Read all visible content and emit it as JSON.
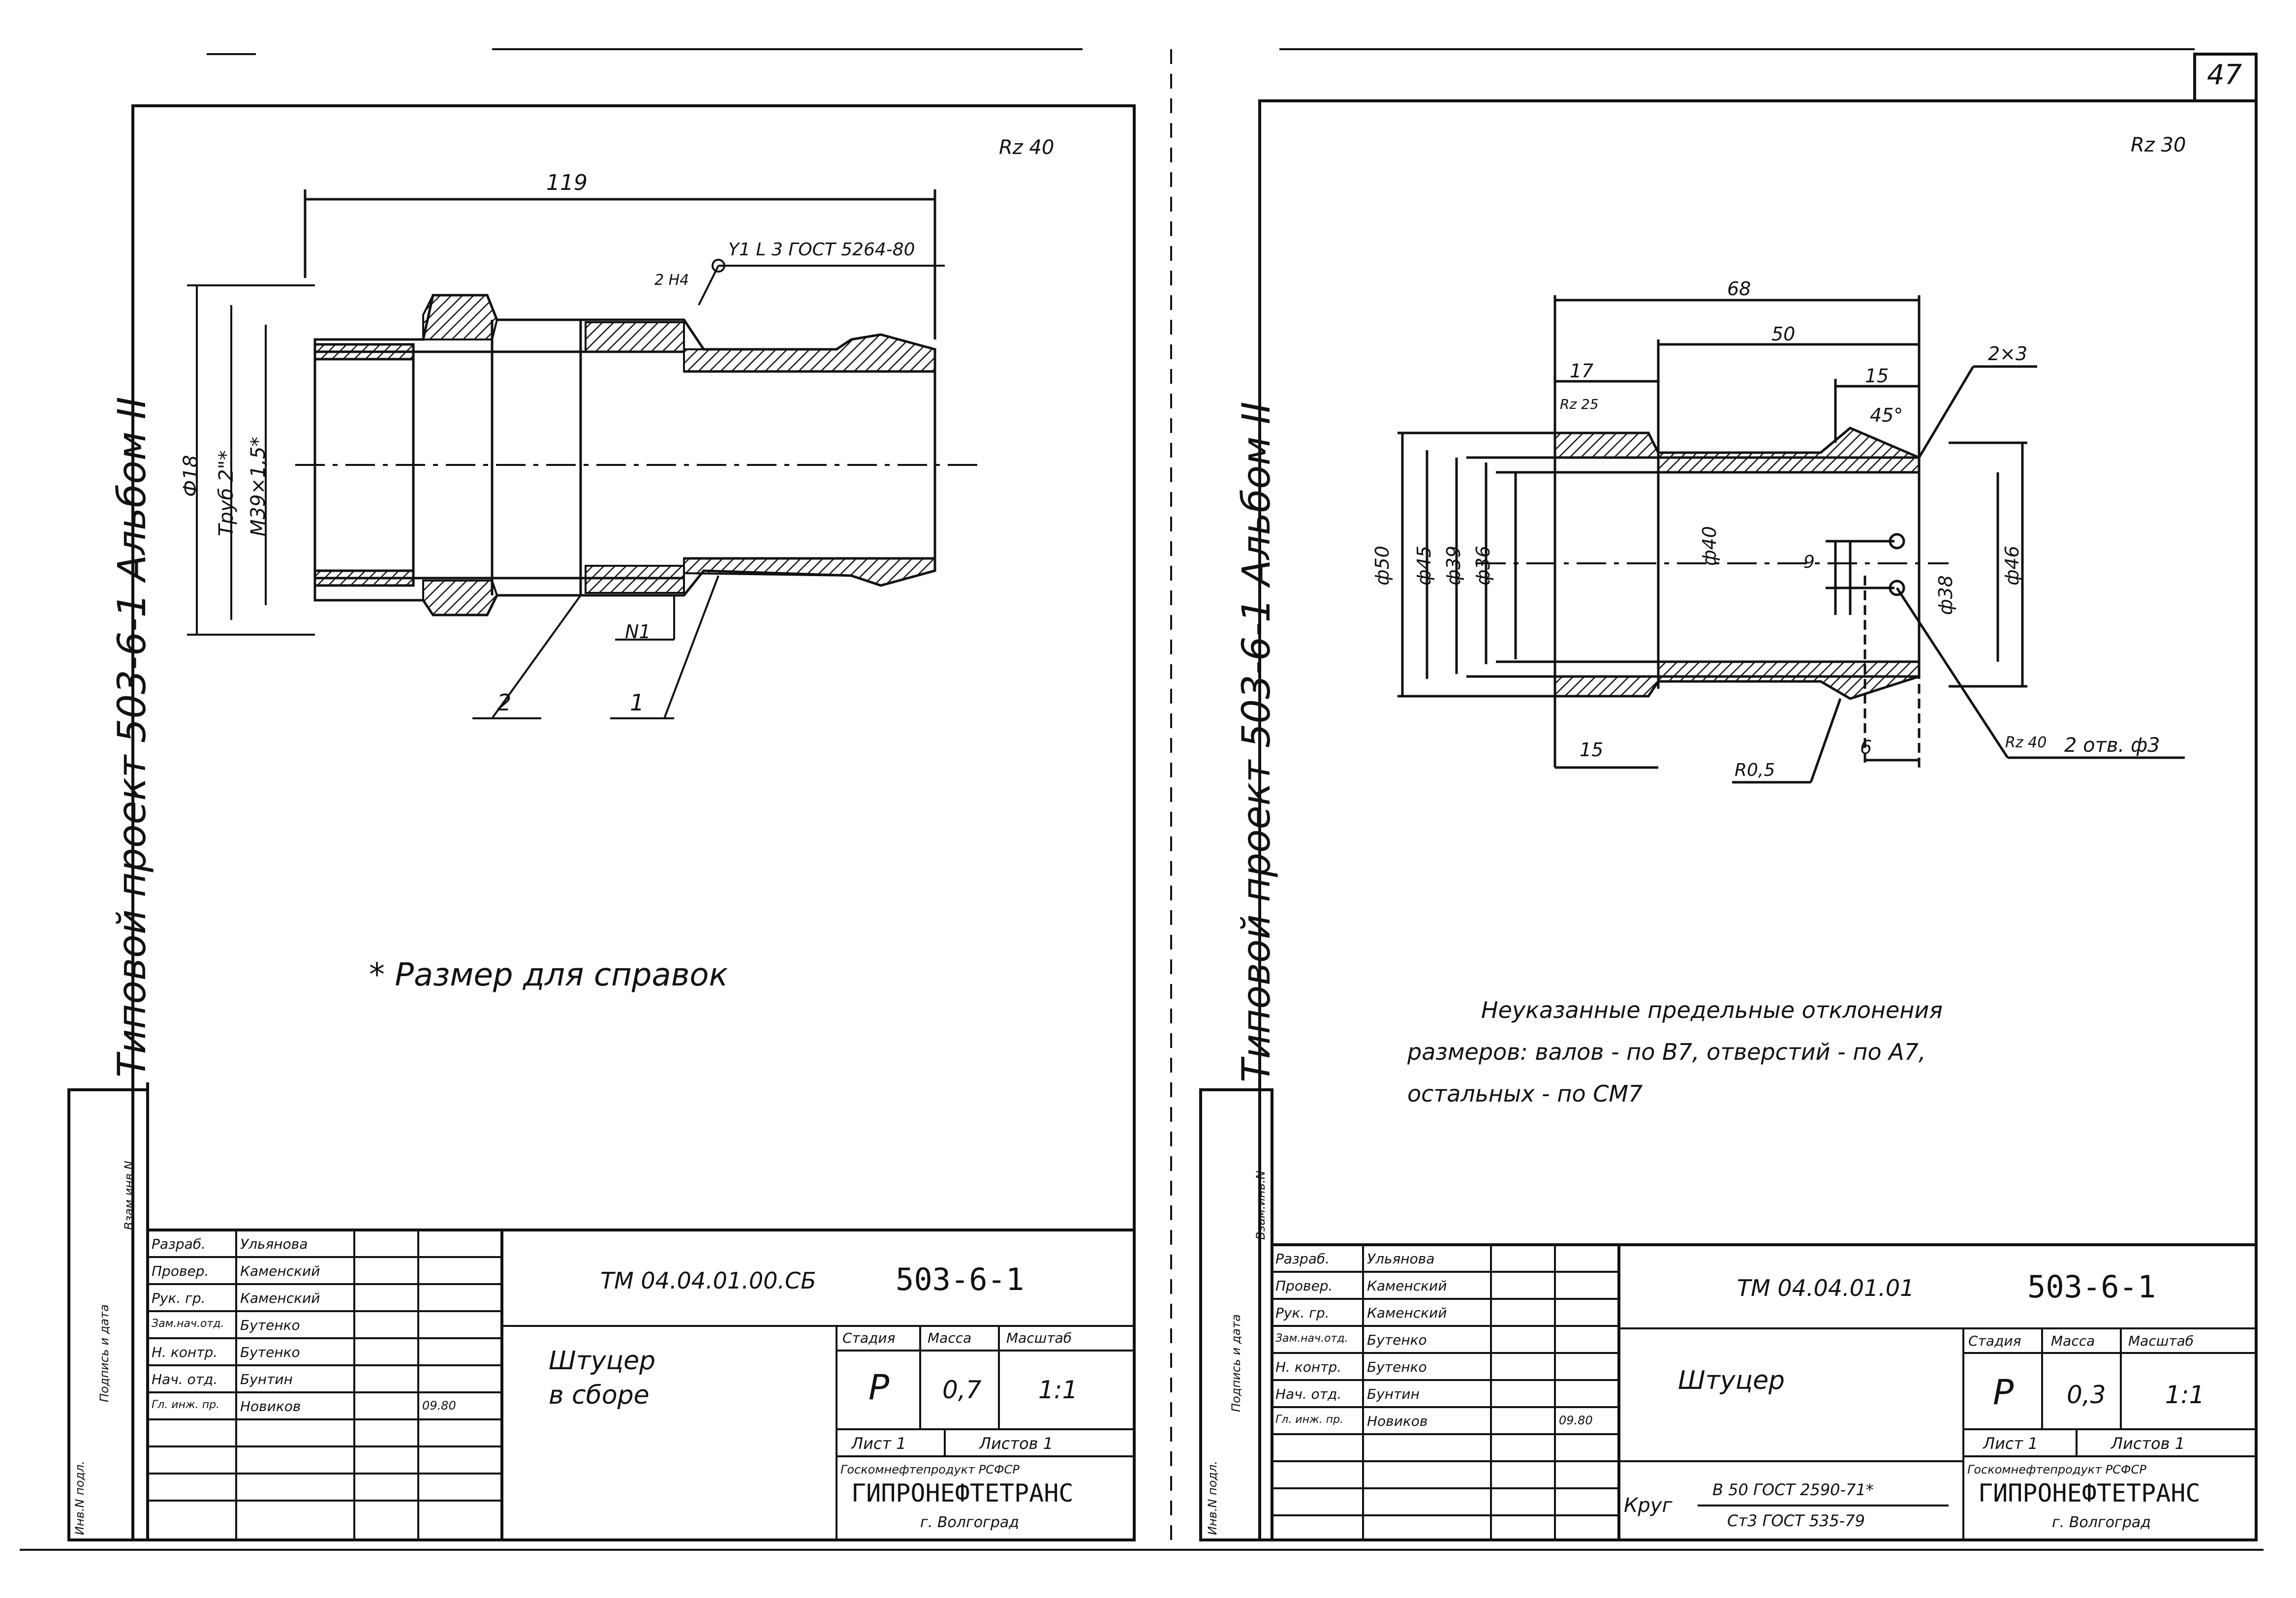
{
  "page_number": "47",
  "left_sheet": {
    "album_caption": "Типовой проект 503-6-1 Альбом II",
    "roughness": "Rz 40",
    "dimensions": {
      "overall_length": "119",
      "weld_note": "Y1 L 3 ГОСТ 5264-80",
      "weld_size": "2 H4",
      "thread_dia": "Ф18",
      "thread_tube": "Труб 2\"*",
      "thread_metric": "М39×1,5*",
      "weld_mark": "N1",
      "callouts": [
        "2",
        "1"
      ]
    },
    "reference_note": "* Размер для справок",
    "left_stamp_labels": [
      "Инв.N подл.",
      "Подпись и дата",
      "Взам.инв.N"
    ],
    "title_block": {
      "roles": [
        "Разраб.",
        "Провер.",
        "Рук. гр.",
        "Зам.нач.отд.",
        "Н. контр.",
        "Нач. отд.",
        "Гл. инж. пр."
      ],
      "names": [
        "Ульянова",
        "Каменский",
        "Каменский",
        "Бутенко",
        "Бутенко",
        "Бунтин",
        "Новиков"
      ],
      "date": "09.80",
      "doc_code": "ТМ 04.04.01.00.СБ",
      "project": "503-6-1",
      "title_line1": "Штуцер",
      "title_line2": "в сборе",
      "stage_header": "Стадия",
      "mass_header": "Масса",
      "scale_header": "Масштаб",
      "stage": "Р",
      "mass": "0,7",
      "scale": "1:1",
      "sheet_label": "Лист 1",
      "sheets_label": "Листов 1",
      "org_line1": "Госкомнефтепродукт РСФСР",
      "org_line2": "ГИПРОНЕФТЕТРАНС",
      "org_line3": "г. Волгоград"
    }
  },
  "right_sheet": {
    "album_caption": "Типовой проект 503-6-1 Альбом II",
    "roughness": "Rz 30",
    "dimensions": {
      "d68": "68",
      "d50": "50",
      "d17": "17",
      "d15top": "15",
      "chamfer": "2×3",
      "angle": "45°",
      "rz25": "Rz 25",
      "dia50": "ф50",
      "dia45": "ф45",
      "dia39": "ф39",
      "dia36": "ф36",
      "dia40": "ф40",
      "d9": "9",
      "dia38": "ф38",
      "dia46": "ф46",
      "d15bottom": "15",
      "r05": "R0,5",
      "d6": "6",
      "rz40": "Rz 40",
      "holes": "2 отв. ф3"
    },
    "tolerance_note": [
      "Неуказанные предельные отклонения",
      "размеров: валов - по В7, отверстий - по А7,",
      "остальных - по СМ7"
    ],
    "left_stamp_labels": [
      "Инв.N подл.",
      "Подпись и дата",
      "Взам.инв.N"
    ],
    "title_block": {
      "roles": [
        "Разраб.",
        "Провер.",
        "Рук. гр.",
        "Зам.нач.отд.",
        "Н. контр.",
        "Нач. отд.",
        "Гл. инж. пр."
      ],
      "names": [
        "Ульянова",
        "Каменский",
        "Каменский",
        "Бутенко",
        "Бутенко",
        "Бунтин",
        "Новиков"
      ],
      "date": "09.80",
      "doc_code": "ТМ 04.04.01.01",
      "project": "503-6-1",
      "title_line1": "Штуцер",
      "material_label": "Круг",
      "material_top": "В 50 ГОСТ 2590-71*",
      "material_bottom": "Ст3 ГОСТ 535-79",
      "stage_header": "Стадия",
      "mass_header": "Масса",
      "scale_header": "Масштаб",
      "stage": "Р",
      "mass": "0,3",
      "scale": "1:1",
      "sheet_label": "Лист 1",
      "sheets_label": "Листов 1",
      "org_line1": "Госкомнефтепродукт РСФСР",
      "org_line2": "ГИПРОНЕФТЕТРАНС",
      "org_line3": "г. Волгоград"
    }
  }
}
